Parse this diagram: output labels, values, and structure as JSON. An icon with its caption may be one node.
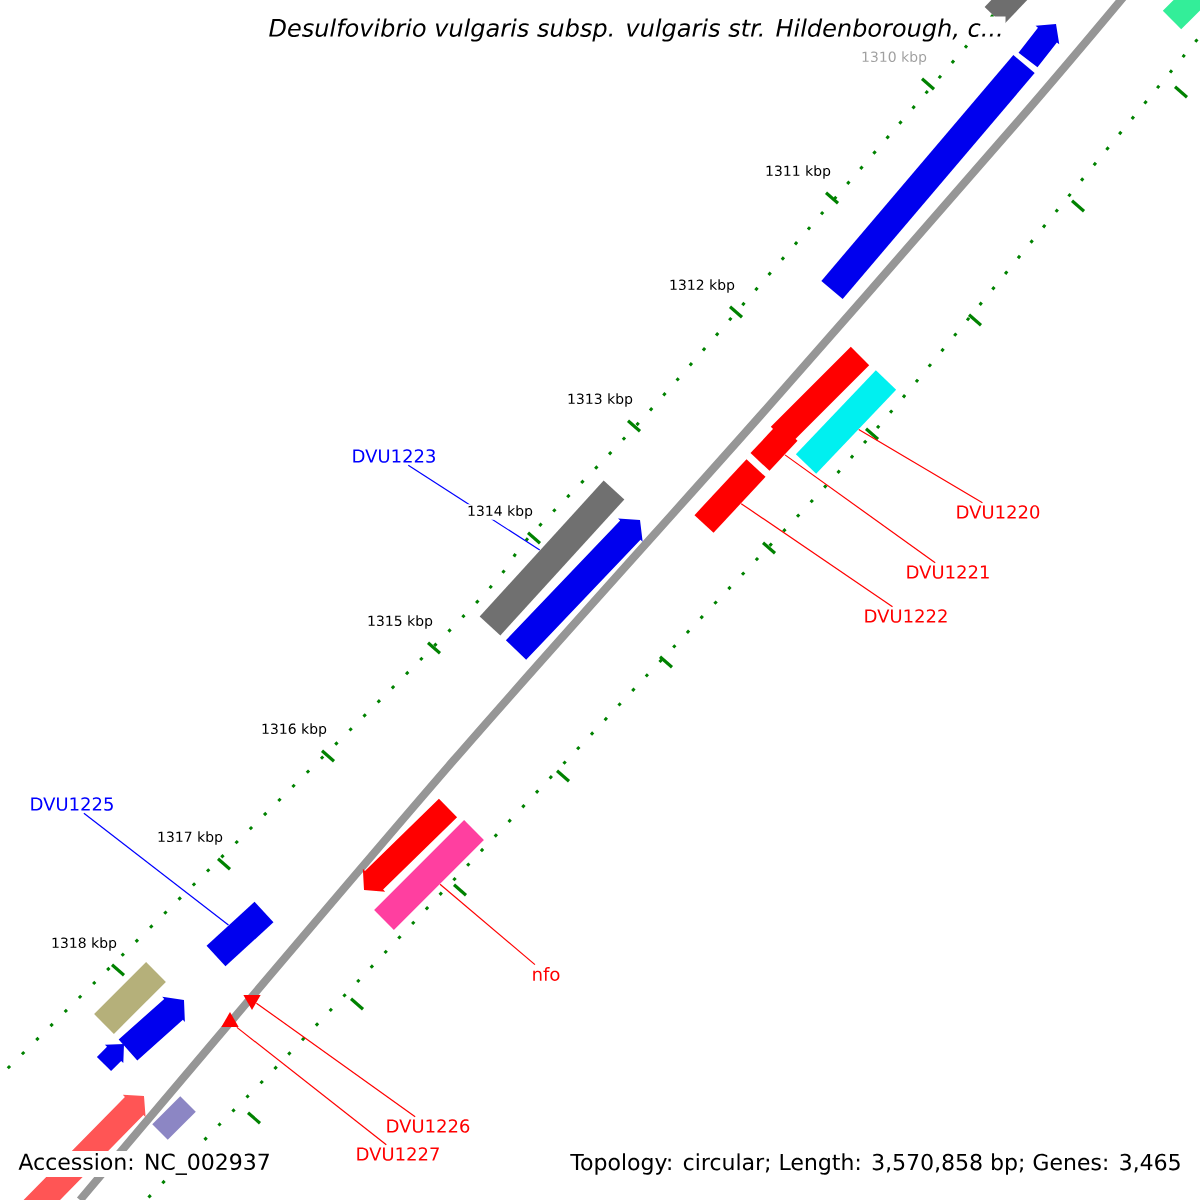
{
  "diagram": {
    "title": "Desulfovibrio vulgaris subsp. vulgaris str. Hildenborough, c...",
    "nodes": [
      {
        "text": [
          "DVU1223"
        ]
      },
      {
        "text": [],
        "shape": "bar"
      },
      {
        "text": [
          "DVU1220"
        ]
      },
      {
        "text": [],
        "shape": "bar"
      },
      {
        "text": [
          "DVU1221"
        ]
      },
      {
        "text": [],
        "shape": "bar"
      },
      {
        "text": [
          "DVU1222"
        ]
      },
      {
        "text": [],
        "shape": "bar"
      },
      {
        "text": [
          "DVU1225"
        ]
      },
      {
        "text": [],
        "shape": "bar"
      },
      {
        "text": [
          "nfo"
        ]
      },
      {
        "text": [],
        "shape": "bar"
      },
      {
        "text": [
          "DVU1226"
        ]
      },
      {
        "text": [],
        "shape": "triangle"
      },
      {
        "text": [
          "DVU1227"
        ]
      },
      {
        "text": [],
        "shape": "triangle"
      },
      {
        "text": [],
        "shape": "bar"
      },
      {
        "text": [],
        "shape": "bar"
      },
      {
        "text": [],
        "shape": "bar"
      },
      {
        "text": [],
        "shape": "bar"
      },
      {
        "text": [],
        "shape": "bar"
      },
      {
        "text": [],
        "shape": "bar"
      },
      {
        "text": [],
        "shape": "bar"
      },
      {
        "text": [],
        "shape": "bar"
      },
      {
        "text": [],
        "shape": "bar"
      },
      {
        "text": [],
        "shape": "bar"
      },
      {
        "text": [],
        "shape": "bar"
      },
      {
        "text": [],
        "shape": "bar"
      }
    ],
    "edges": [
      {
        "from": 0,
        "to": 1,
        "arrow": "none",
        "color": "#0000ff"
      },
      {
        "from": 2,
        "to": 3,
        "arrow": "none"
      },
      {
        "from": 4,
        "to": 5,
        "arrow": "none"
      },
      {
        "from": 6,
        "to": 7,
        "arrow": "none"
      },
      {
        "from": 8,
        "to": 9,
        "arrow": "none",
        "color": "#0000ff"
      },
      {
        "from": 10,
        "to": 11,
        "arrow": "none"
      },
      {
        "from": 12,
        "to": 13,
        "arrow": "none"
      },
      {
        "from": 14,
        "to": 15,
        "arrow": "none"
      }
    ],
    "labels": [
      "1310 kbp",
      "1311 kbp",
      "1312 kbp",
      "1313 kbp",
      "1314 kbp",
      "1315 kbp",
      "1316 kbp",
      "1317 kbp",
      "1318 kbp",
      "Accession: NC_002937",
      "Topology: circular; Length: 3,570,858 bp; Genes: 3,465"
    ]
  }
}
